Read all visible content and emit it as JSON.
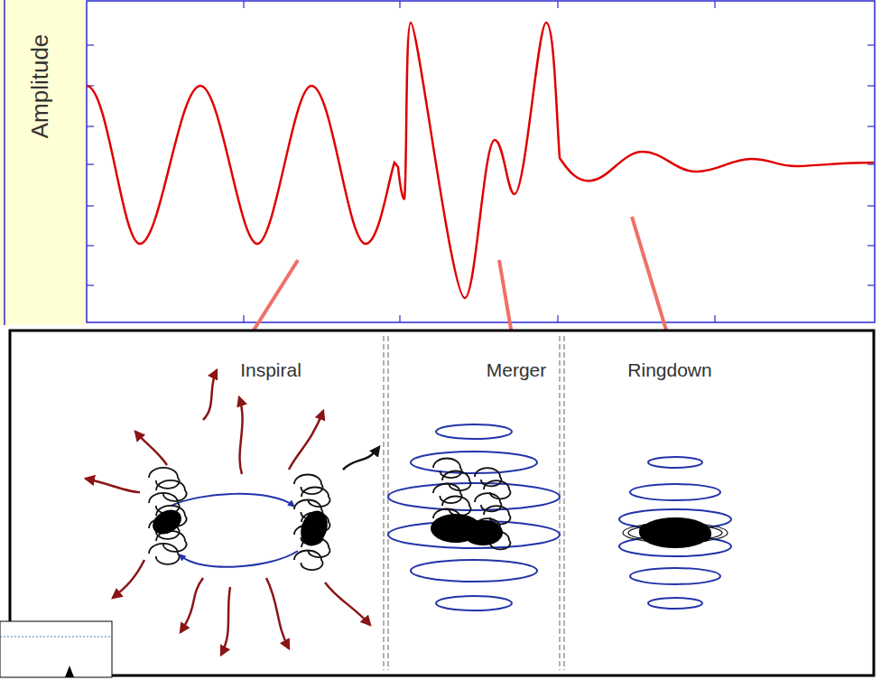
{
  "diagram": {
    "labels": [
      "Amplitude",
      "Inspiral",
      "Merger",
      "Ringdown"
    ]
  }
}
